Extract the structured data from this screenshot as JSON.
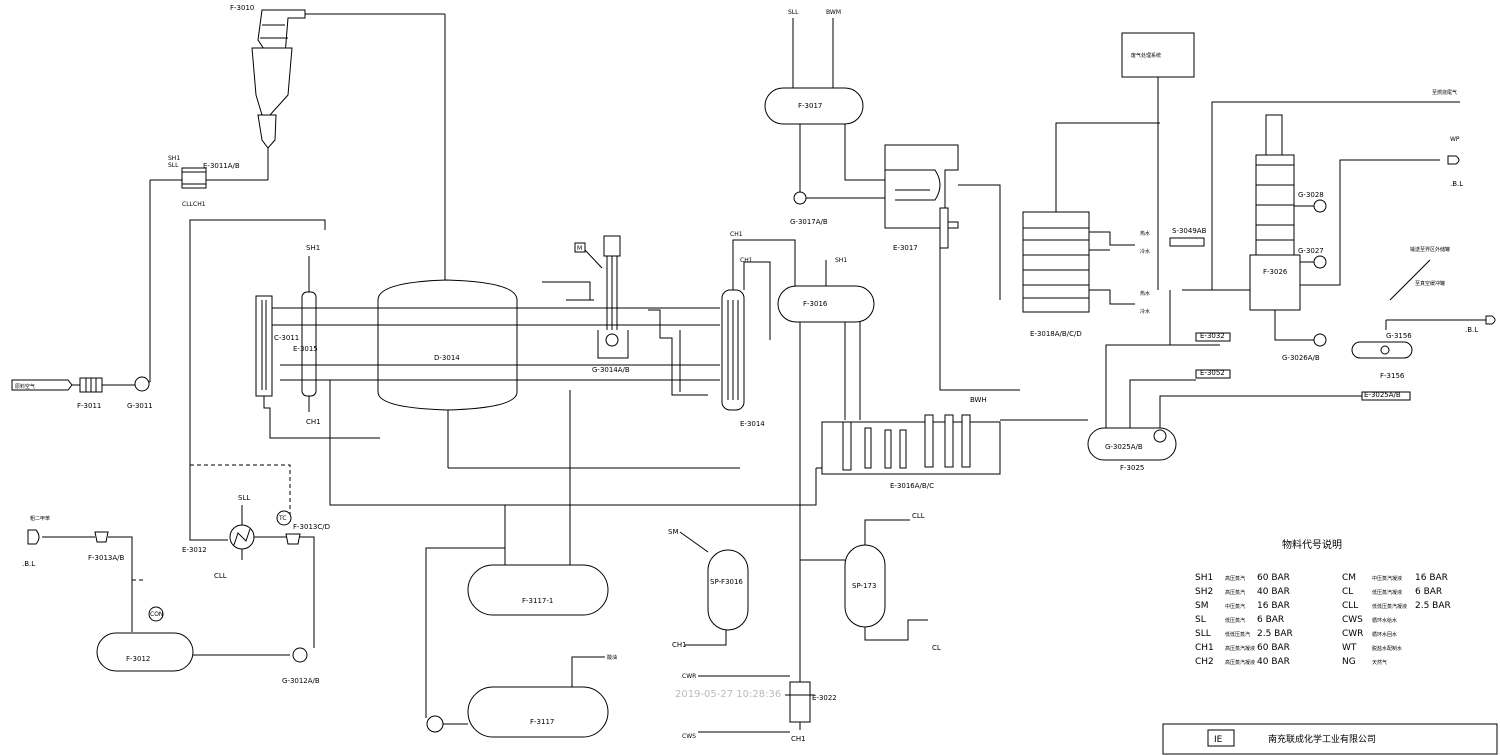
{
  "equipment": {
    "f3010": "F-3010",
    "e3011": "E-3011A/B",
    "f3011": "F-3011",
    "g3011": "G-3011",
    "c3011": "C-3011",
    "e3015": "E-3015",
    "d3014": "D-3014",
    "g3014": "G-3014A/B",
    "e3014": "E-3014",
    "f3016": "F-3016",
    "e3016": "E-3016A/B/C",
    "f3017": "F-3017",
    "g3017": "G-3017A/B",
    "e3017": "E-3017",
    "e3018": "E-3018A/B/C/D",
    "s3049": "S-3049AB",
    "e3032": "E-3032",
    "e3052": "E-3052",
    "g3025": "G-3025A/B",
    "f3025": "F-3025",
    "e3025": "E-3025A/B",
    "g3028": "G-3028",
    "g3027": "G-3027",
    "f3026": "F-3026",
    "g3026": "G-3026A/B",
    "g3156": "G-3156",
    "f3156": "F-3156",
    "e3012": "E-3012",
    "f3013cd": "F-3013C/D",
    "f3013ab": "F-3013A/B",
    "f3012": "F-3012",
    "g3012": "G-3012A/B",
    "f3117_1": "F-3117-1",
    "f3117": "F-3117",
    "spf3016": "SP-F3016",
    "sp173": "SP-173",
    "e3022": "E-3022"
  },
  "streams": {
    "sh1": "SH1",
    "sll": "SLL",
    "cll": "CLL",
    "ch1": "CH1",
    "bwm": "BWM",
    "bwh": "BWH",
    "sm": "SM",
    "cl": "CL",
    "cll2": "CLL",
    "cwr": "CWR",
    "cws": "CWS",
    "wp": "WP",
    "bl": ".B.L",
    "m": "M",
    "tc": "TC",
    "con": "CON"
  },
  "chinese_labels": {
    "waste_gas_system": "废气处理系统",
    "tail_gas_top": "至燃烧尾气",
    "air_in": "原料空气",
    "crude_in": "粗二甲苯",
    "acid_oil": "酸油",
    "hot_water1": "热水",
    "cold_water1": "冷水",
    "hot_water2": "热水",
    "cold_water2": "冷水",
    "right_note1": "输送至界区外储罐",
    "right_note2": "至真空缓冲罐"
  },
  "legend": {
    "title": "物料代号说明",
    "items": [
      {
        "code": "SH1",
        "desc": "高压蒸汽",
        "value": "60 BAR"
      },
      {
        "code": "SH2",
        "desc": "高压蒸汽",
        "value": "40 BAR"
      },
      {
        "code": "SM",
        "desc": "中压蒸汽",
        "value": "16 BAR"
      },
      {
        "code": "SL",
        "desc": "低压蒸汽",
        "value": "6 BAR"
      },
      {
        "code": "SLL",
        "desc": "低低压蒸汽",
        "value": "2.5 BAR"
      },
      {
        "code": "CH1",
        "desc": "高压蒸汽凝液",
        "value": "60 BAR"
      },
      {
        "code": "CH2",
        "desc": "高压蒸汽凝液",
        "value": "40 BAR"
      },
      {
        "code": "CM",
        "desc": "中压蒸汽凝液",
        "value": "16 BAR"
      },
      {
        "code": "CL",
        "desc": "低压蒸汽凝液",
        "value": "6 BAR"
      },
      {
        "code": "CLL",
        "desc": "低低压蒸汽凝液",
        "value": "2.5 BAR"
      },
      {
        "code": "CWS",
        "desc": "循环水给水",
        "value": ""
      },
      {
        "code": "CWR",
        "desc": "循环水回水",
        "value": ""
      },
      {
        "code": "WT",
        "desc": "脱盐水配制水",
        "value": ""
      },
      {
        "code": "NG",
        "desc": "天然气",
        "value": ""
      }
    ]
  },
  "title_block": {
    "company": "南充联成化学工业有限公司"
  },
  "watermark": "2019-05-27 10:28:36"
}
